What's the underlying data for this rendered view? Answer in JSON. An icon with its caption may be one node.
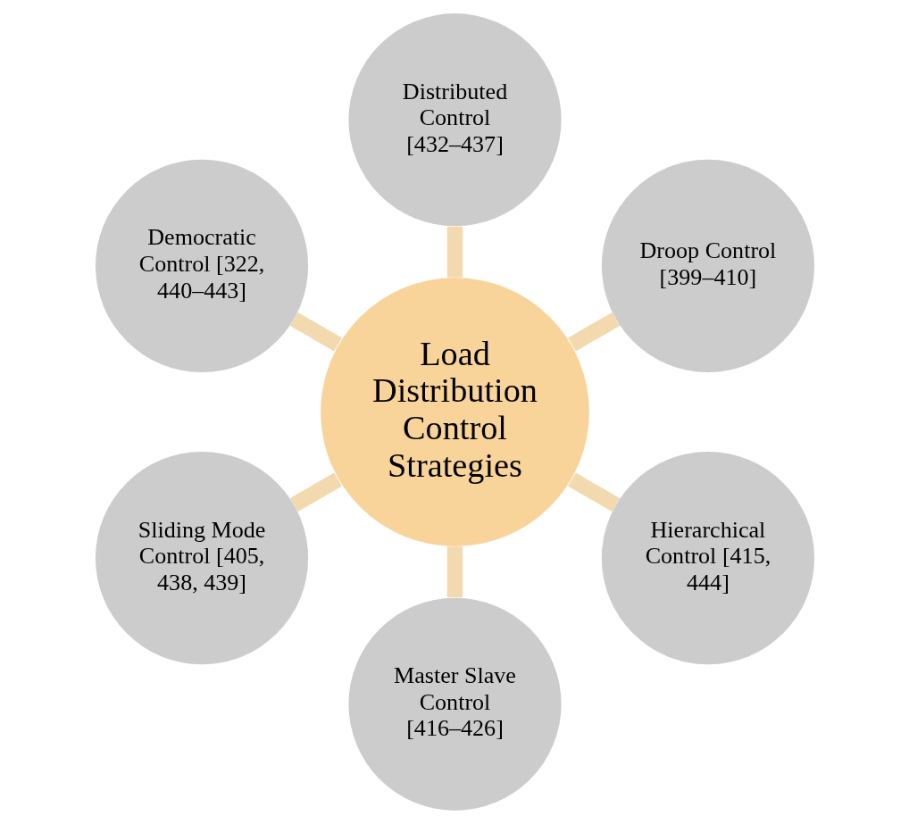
{
  "diagram": {
    "nodes": [
      {
        "text": [
          "Load Distribution Control Strategies"
        ]
      },
      {
        "text": [
          "Droop Control [399–410]"
        ]
      },
      {
        "text": [
          "Distributed Control [432–437]"
        ]
      },
      {
        "text": [
          "Democratic Control [322, 440–443]"
        ]
      },
      {
        "text": [
          "Sliding Mode Control [405, 438, 439]"
        ]
      },
      {
        "text": [
          "Master Slave Control [416–426]"
        ]
      },
      {
        "text": [
          "Hierarchical Control [415, 444]"
        ]
      }
    ],
    "edges": [
      {
        "from": 0,
        "to": 1,
        "arrow": "none"
      },
      {
        "from": 0,
        "to": 2,
        "arrow": "none"
      },
      {
        "from": 0,
        "to": 3,
        "arrow": "none"
      },
      {
        "from": 0,
        "to": 4,
        "arrow": "none"
      },
      {
        "from": 0,
        "to": 5,
        "arrow": "none"
      },
      {
        "from": 0,
        "to": 6,
        "arrow": "none"
      }
    ]
  }
}
